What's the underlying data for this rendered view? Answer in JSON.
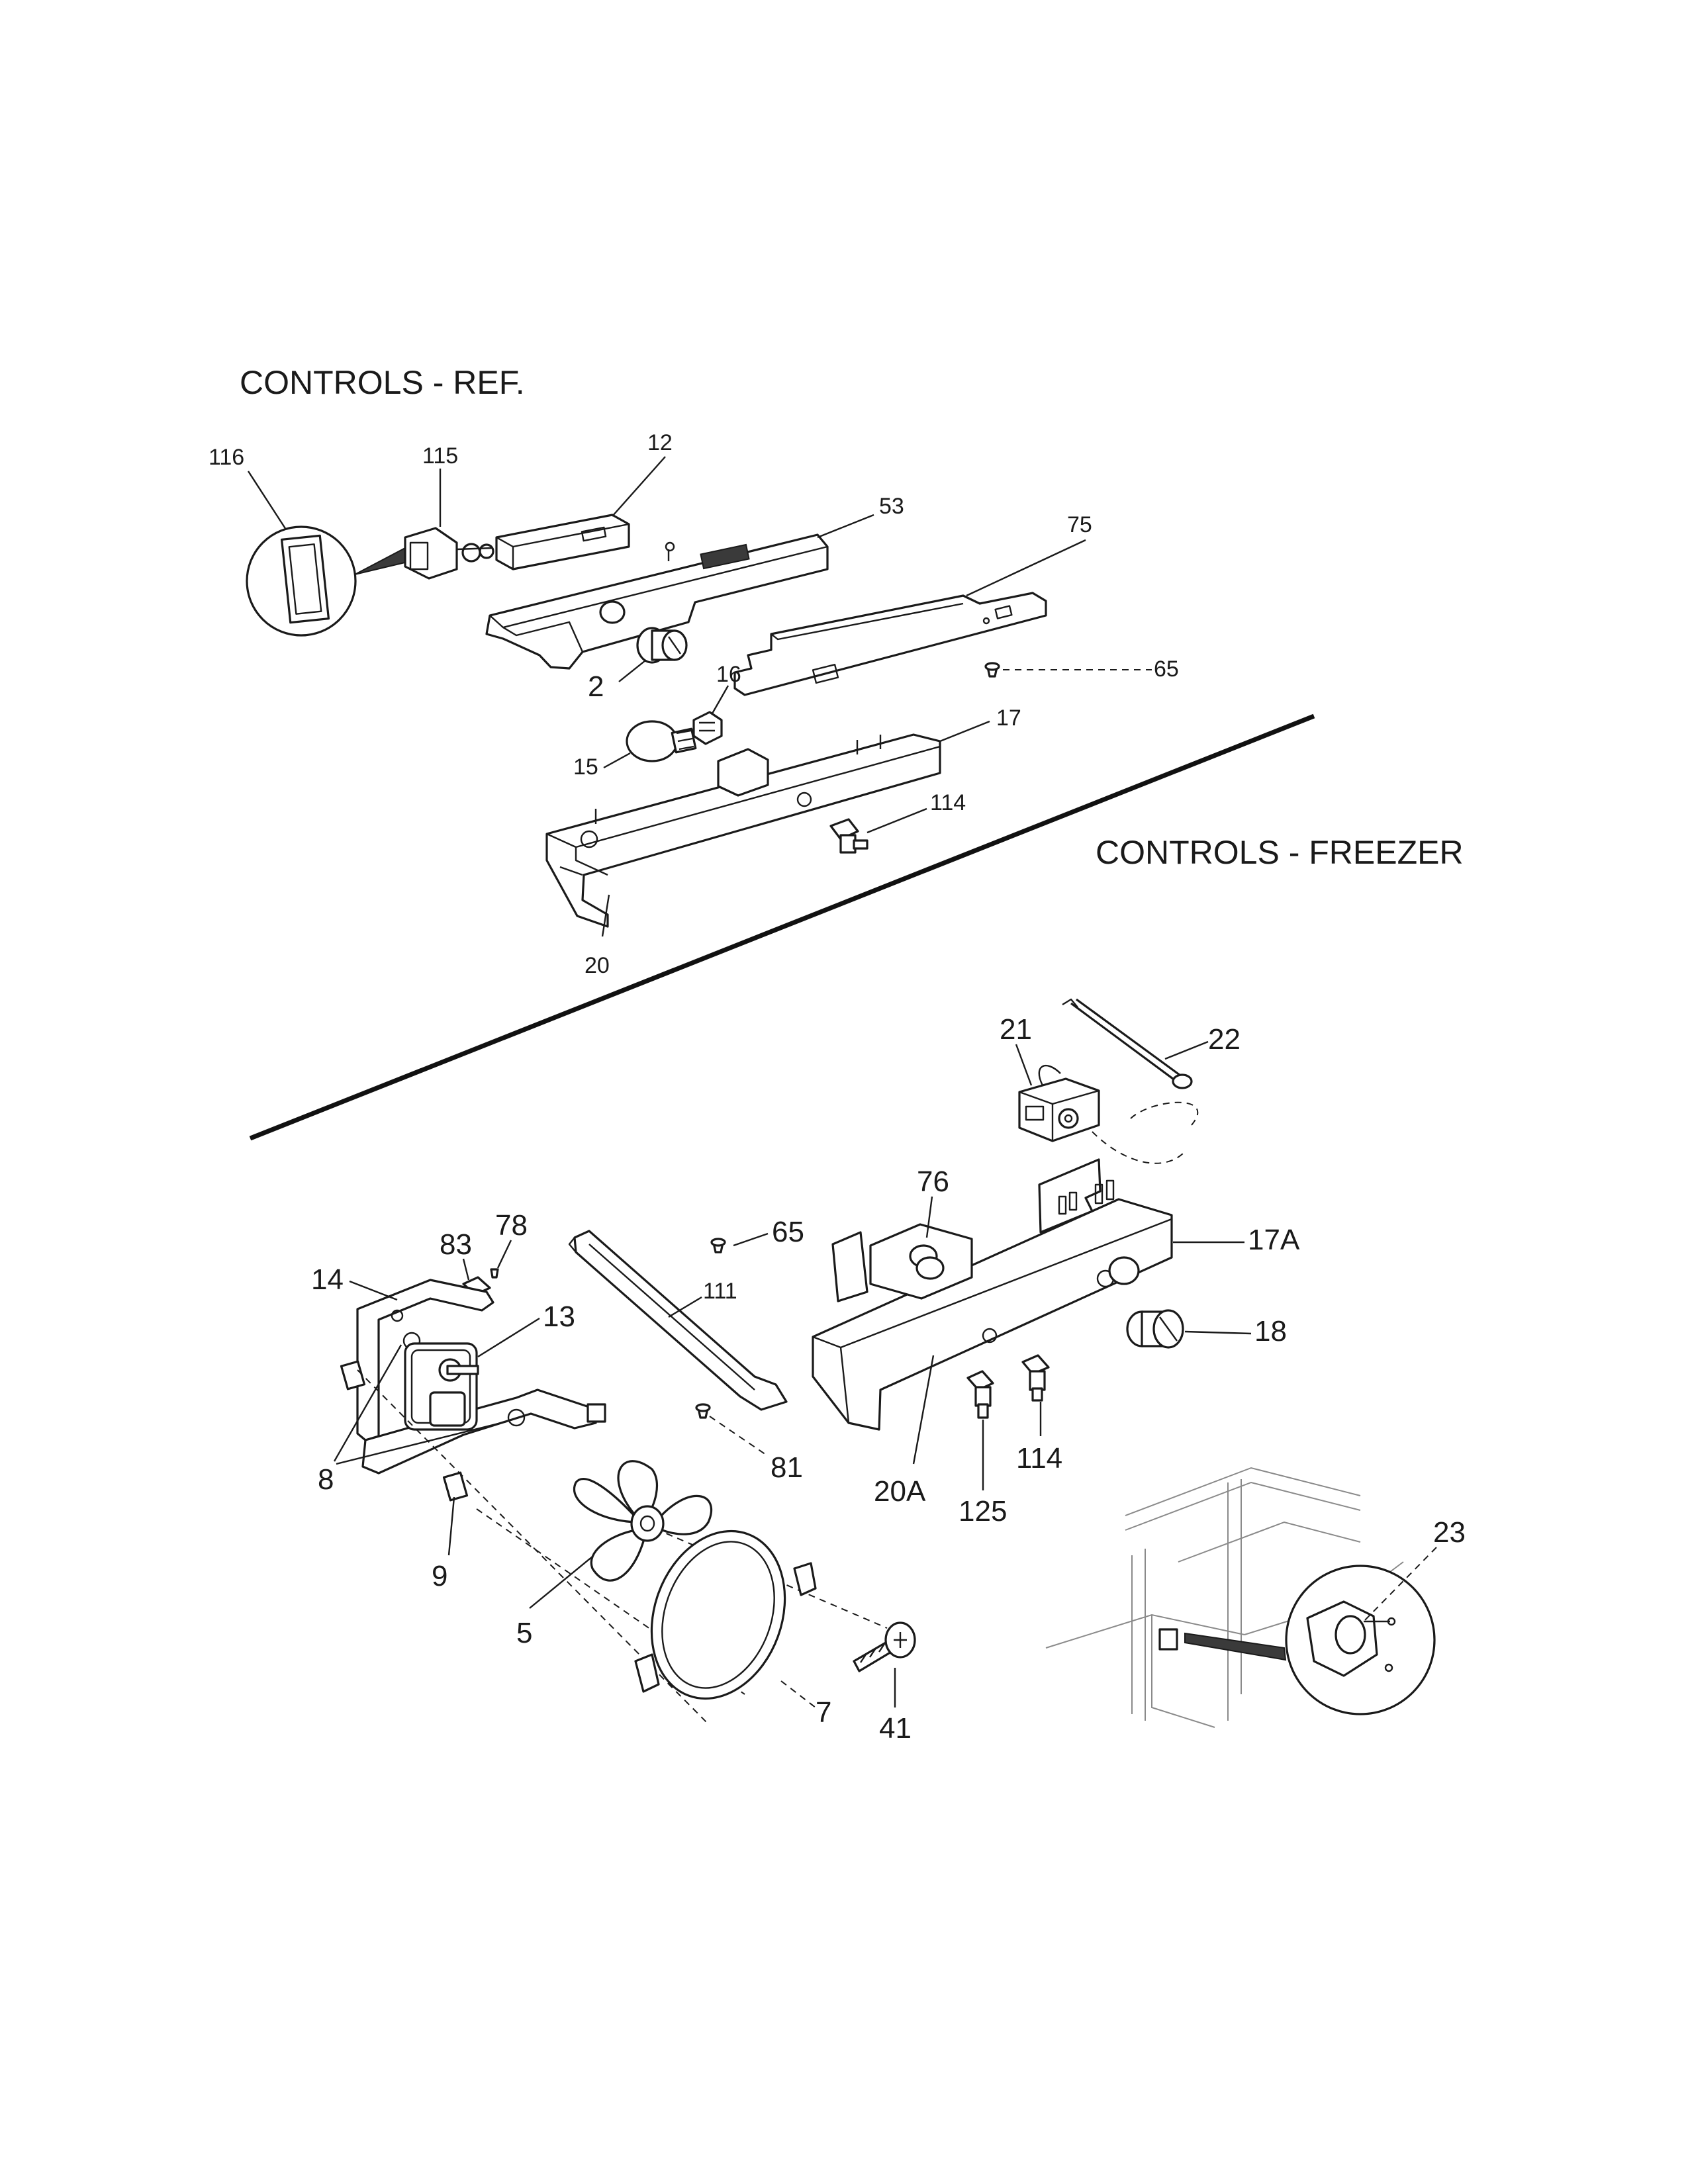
{
  "sections": {
    "ref_title": "CONTROLS  -  REF.",
    "freezer_title": "CONTROLS  -  FREEZER"
  },
  "ref_labels": {
    "p116": "116",
    "p115": "115",
    "p12": "12",
    "p53": "53",
    "p75": "75",
    "p65": "65",
    "p2": "2",
    "p16": "16",
    "p15": "15",
    "p17": "17",
    "p114": "114",
    "p20": "20"
  },
  "freezer_labels": {
    "p21": "21",
    "p22": "22",
    "p76": "76",
    "p17A": "17A",
    "p83": "83",
    "p78": "78",
    "p65": "65",
    "p14": "14",
    "p13": "13",
    "p111": "111",
    "p18": "18",
    "p8": "8",
    "p81": "81",
    "p20A": "20A",
    "p114": "114",
    "p125": "125",
    "p9": "9",
    "p5": "5",
    "p23": "23",
    "p7": "7",
    "p41": "41"
  },
  "icons": [
    "light-bulb-icon",
    "knob-icon",
    "fan-blade-icon",
    "motor-icon",
    "thermostat-icon",
    "screw-icon"
  ]
}
